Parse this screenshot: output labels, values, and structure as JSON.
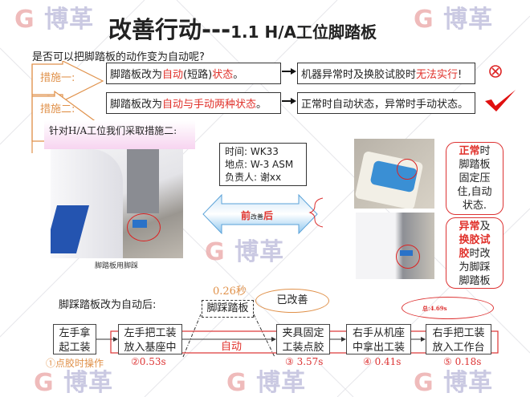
{
  "watermark": {
    "text": "博革",
    "logo": "G"
  },
  "title": {
    "main": "改善行动---",
    "sub": "1.1 H/A工位脚踏板"
  },
  "question": "是否可以把脚踏板的动作变为自动呢?",
  "measures": {
    "m1_label": "措施一:",
    "m2_label": "措施二:",
    "row1": {
      "a1": "脚踏板改为",
      "a2": "自动",
      "a3": "(短路)",
      "a4": "状态",
      "a5": "。",
      "b1": "机器异常时及换胶试胶时",
      "b2": "无法实行",
      "b3": "!",
      "mark_icon": "x-circle-icon"
    },
    "row2": {
      "a1": "脚踏板改为",
      "a2": "自动与手动两种状态",
      "a3": "。",
      "b1": "正常时自动状态，异常时手动状态。",
      "mark_icon": "check-icon"
    }
  },
  "measure_note": "针对H/A工位我们采取措施二:",
  "photo_caption": "脚踏板用脚踩",
  "info": {
    "time": "时间:  WK33",
    "place": "地点:  W-3 ASM",
    "owner": "负责人:  谢xx"
  },
  "compare": {
    "before": "前",
    "middle": "改善",
    "after": "后"
  },
  "callout1": {
    "red": "正常",
    "l1": "时",
    "l2": "脚踏板",
    "l3": "固定压",
    "l4": "住,自动",
    "l5": "状态."
  },
  "callout2": {
    "red1": "异常",
    "l1": "及",
    "red2": "换胶试",
    "red3": "胶",
    "l2": "时改",
    "l3": "为脚踩",
    "l4": "脚踏板"
  },
  "process": {
    "heading": "脚踩踏板改为自动后:",
    "pedal_time": "0.26秒",
    "pedal_box": "脚踩踏板",
    "improved": "已改善",
    "total": "总:4.69s",
    "auto": "自动",
    "steps": [
      {
        "l1": "左手拿",
        "l2": "起工装",
        "label": "①点胶时操作"
      },
      {
        "l1": "左手把工装",
        "l2": "放入基座中",
        "label": "②0.53s"
      },
      {
        "l1": "夹具固定",
        "l2": "工装点胶",
        "label": "③ 3.57s"
      },
      {
        "l1": "右手从机座",
        "l2": "中拿出工装",
        "label": "④ 0.41s"
      },
      {
        "l1": "右手把工装",
        "l2": "放入工作台",
        "label": "⑤ 0.18s"
      }
    ]
  },
  "colors": {
    "accent_red": "#e0302a",
    "orange": "#e0914a",
    "pink_note": "#f7d4f0",
    "arrow_blue": "#6fb3e6"
  }
}
